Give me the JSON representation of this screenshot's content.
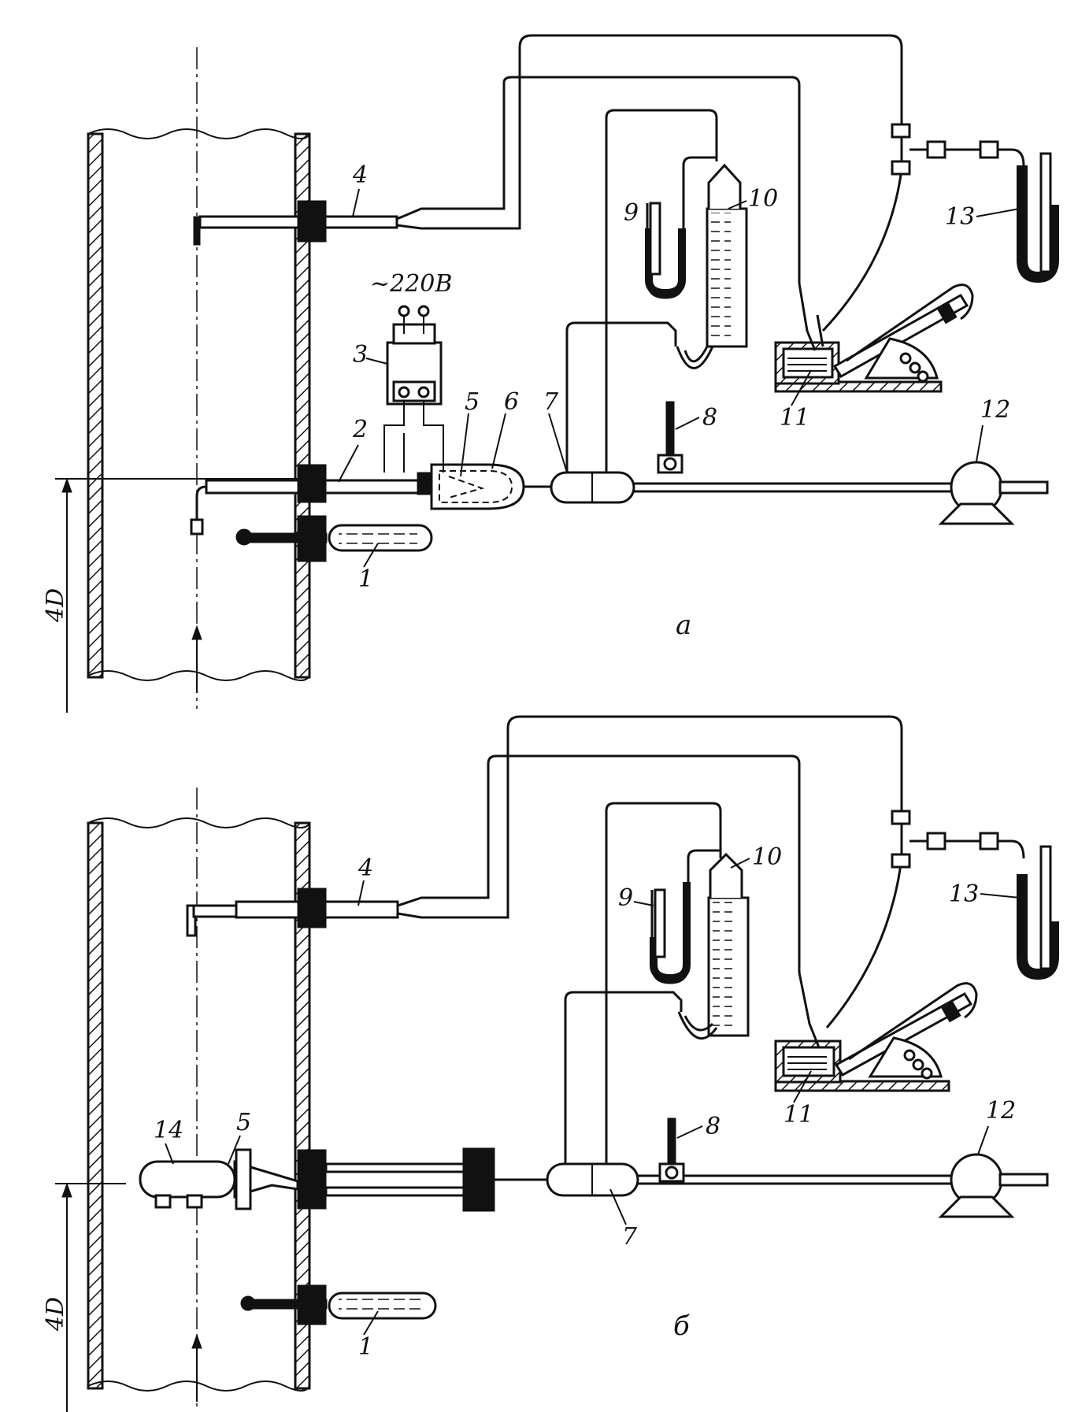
{
  "diagram_a": {
    "caption": "a",
    "voltage_label": "~220В",
    "distance_label": "4D",
    "callouts": [
      "1",
      "2",
      "3",
      "4",
      "5",
      "6",
      "7",
      "8",
      "9",
      "10",
      "11",
      "12",
      "13"
    ]
  },
  "diagram_b": {
    "caption": "б",
    "distance_label": "4D",
    "callouts": [
      "1",
      "4",
      "5",
      "7",
      "8",
      "9",
      "10",
      "11",
      "12",
      "13",
      "14"
    ]
  }
}
